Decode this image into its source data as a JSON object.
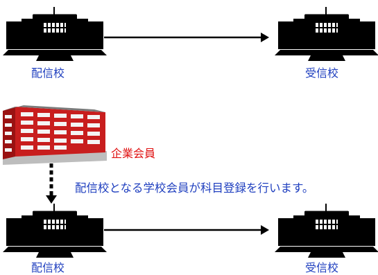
{
  "top_row": {
    "sender_label": "配信校",
    "receiver_label": "受信校"
  },
  "bottom_row": {
    "sender_label": "配信校",
    "receiver_label": "受信校"
  },
  "company": {
    "label": "企業会員"
  },
  "note": "配信校となる学校会員が科目登録を行います。",
  "colors": {
    "label_blue": "#1f3fbf",
    "label_red": "#e01010",
    "sender_school_fill": "#ffff66",
    "receiver_school_fill": "#ffd6d6",
    "building_red": "#c81e1e"
  },
  "icons": {
    "sender_school": "school-building-icon",
    "receiver_school": "school-building-icon",
    "company": "office-building-icon"
  }
}
